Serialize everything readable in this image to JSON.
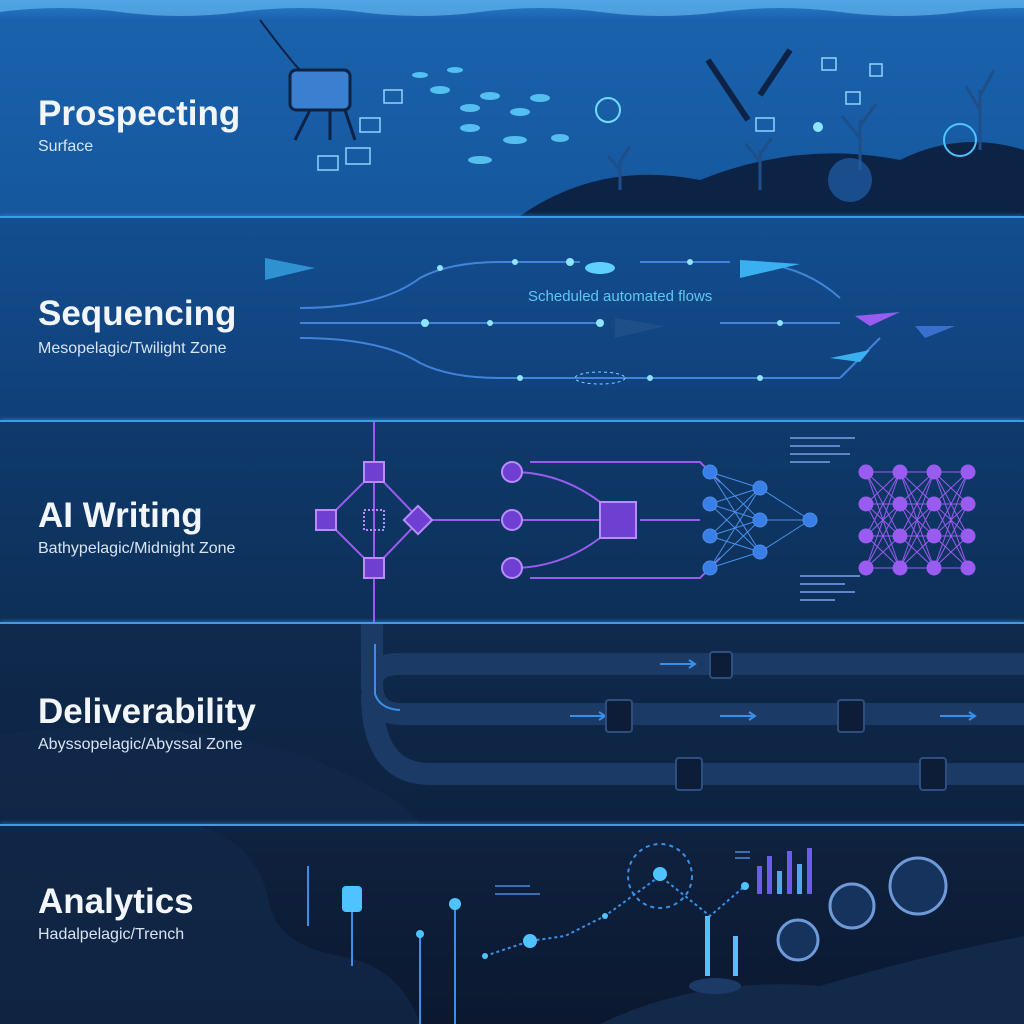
{
  "zones": [
    {
      "title": "Prospecting",
      "subtitle": "Surface"
    },
    {
      "title": "Sequencing",
      "subtitle": "Mesopelagic/Twilight Zone",
      "annotation": "Scheduled automated flows"
    },
    {
      "title": "AI Writing",
      "subtitle": "Bathypelagic/Midnight Zone"
    },
    {
      "title": "Deliverability",
      "subtitle": "Abyssopelagic/Abyssal Zone"
    },
    {
      "title": "Analytics",
      "subtitle": "Hadalpelagic/Trench"
    }
  ],
  "colors": {
    "separator": "#3d9be8",
    "glow": "#4fc3ff",
    "accent_purple": "#9a5cf0",
    "text": "#f2f6fb"
  }
}
